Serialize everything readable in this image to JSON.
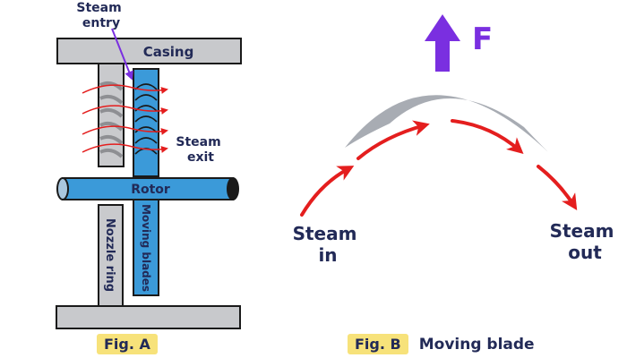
{
  "fig_a": {
    "steam_entry_label": "Steam\nentry",
    "casing_label": "Casing",
    "steam_exit_label": "Steam\nexit",
    "rotor_label": "Rotor",
    "nozzle_ring_label": "Nozzle ring",
    "moving_blades_label": "Moving blades",
    "caption": "Fig. A"
  },
  "fig_b": {
    "force_label": "F",
    "steam_in_label": "Steam\nin",
    "steam_out_label": "Steam\nout",
    "caption": "Fig. B",
    "subtitle": "Moving blade"
  },
  "colors": {
    "casing_gray": "#c8c9cc",
    "rotor_blue": "#3b9ad9",
    "nozzle_gray": "#c9cacd",
    "flow_red": "#e41e1e",
    "label_navy": "#222a57",
    "force_purple": "#7a2fe0",
    "caption_yellow": "#f7e27a"
  }
}
